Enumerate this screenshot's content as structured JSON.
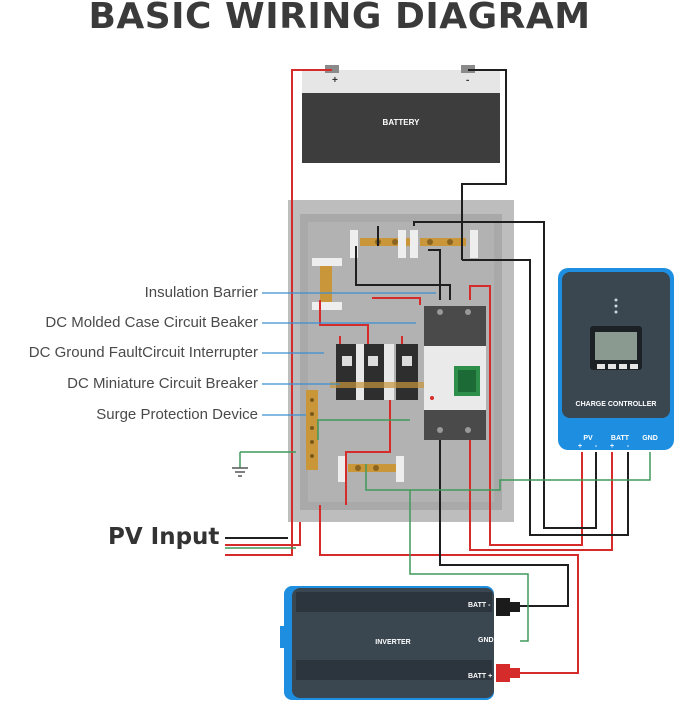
{
  "title": "BASIC WIRING DIAGRAM",
  "battery": {
    "label": "BATTERY",
    "plus": "+",
    "minus": "-"
  },
  "labels": {
    "insulation_barrier": "Insulation Barrier",
    "molded_case": "DC Molded Case Circuit Beaker",
    "gfci": "DC Ground FaultCircuit Interrupter",
    "miniature": "DC Miniature Circuit Breaker",
    "surge": "Surge Protection Device"
  },
  "pv_input": "PV Input",
  "charge_controller": {
    "label": "CHARGE CONTROLLER",
    "terminals": {
      "pv": "PV",
      "batt": "BATT",
      "gnd": "GND"
    },
    "pv_polarity": [
      "+",
      "-"
    ],
    "batt_polarity": [
      "+",
      "-"
    ]
  },
  "inverter": {
    "label": "INVERTER",
    "batt_minus": "BATT -",
    "gnd": "GND",
    "batt_plus": "BATT +"
  },
  "colors": {
    "positive_wire": "#d62b2b",
    "negative_wire": "#1f1f1f",
    "ground_wire": "#3f9a5a",
    "pointer_line": "#3b8fd1",
    "battery_body": "#3d3d3d",
    "controller_blue": "#1e8fe0",
    "panel_gray": "#bdbdbd"
  }
}
